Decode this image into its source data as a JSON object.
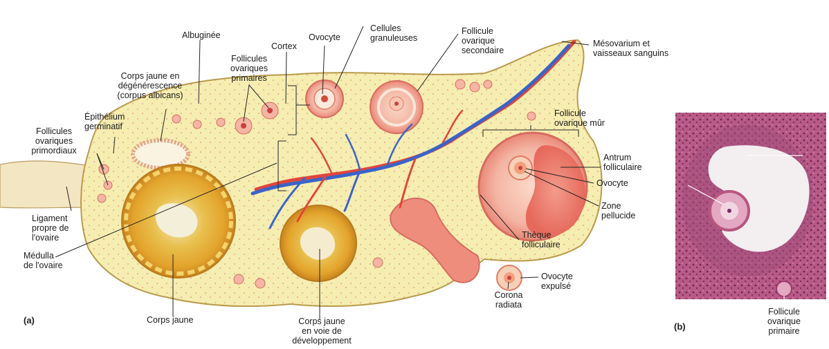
{
  "panel_a": {
    "tag": "(a)",
    "labels": {
      "albuginea": "Albuginée",
      "corpus_albicans_1": "Corps jaune en",
      "corpus_albicans_2": "dégénérescence",
      "corpus_albicans_3": "(corpus albicans)",
      "epithelium_1": "Épithélium",
      "epithelium_2": "germinatif",
      "primordial_1": "Follicules",
      "primordial_2": "ovariques",
      "primordial_3": "primordiaux",
      "ligament_1": "Ligament",
      "ligament_2": "propre de",
      "ligament_3": "l'ovaire",
      "medulla_1": "Médulla",
      "medulla_2": "de l'ovaire",
      "primary_1": "Follicules",
      "primary_2": "ovariques",
      "primary_3": "primaires",
      "cortex": "Cortex",
      "oocyte_top": "Ovocyte",
      "granulosa_1": "Cellules",
      "granulosa_2": "granuleuses",
      "secondary_1": "Follicule",
      "secondary_2": "ovarique",
      "secondary_3": "secondaire",
      "mesovarium_1": "Mésovarium et",
      "mesovarium_2": "vaisseaux sanguins",
      "mature_1": "Follicule",
      "mature_2": "ovarique mûr",
      "antrum_1": "Antrum",
      "antrum_2": "folliculaire",
      "oocyte_mid": "Ovocyte",
      "zona_1": "Zone",
      "zona_2": "pellucide",
      "theca_1": "Thèque",
      "theca_2": "folliculaire",
      "expelled_1": "Ovocyte",
      "expelled_2": "expulsé",
      "corona_1": "Corona",
      "corona_2": "radiata",
      "corpus_luteum": "Corps jaune",
      "developing_1": "Corps jaune",
      "developing_2": "en voie de",
      "developing_3": "développement"
    }
  },
  "panel_b": {
    "tag": "(b)",
    "labels": {
      "primary_1": "Follicule",
      "primary_2": "ovarique",
      "primary_3": "primaire"
    }
  }
}
